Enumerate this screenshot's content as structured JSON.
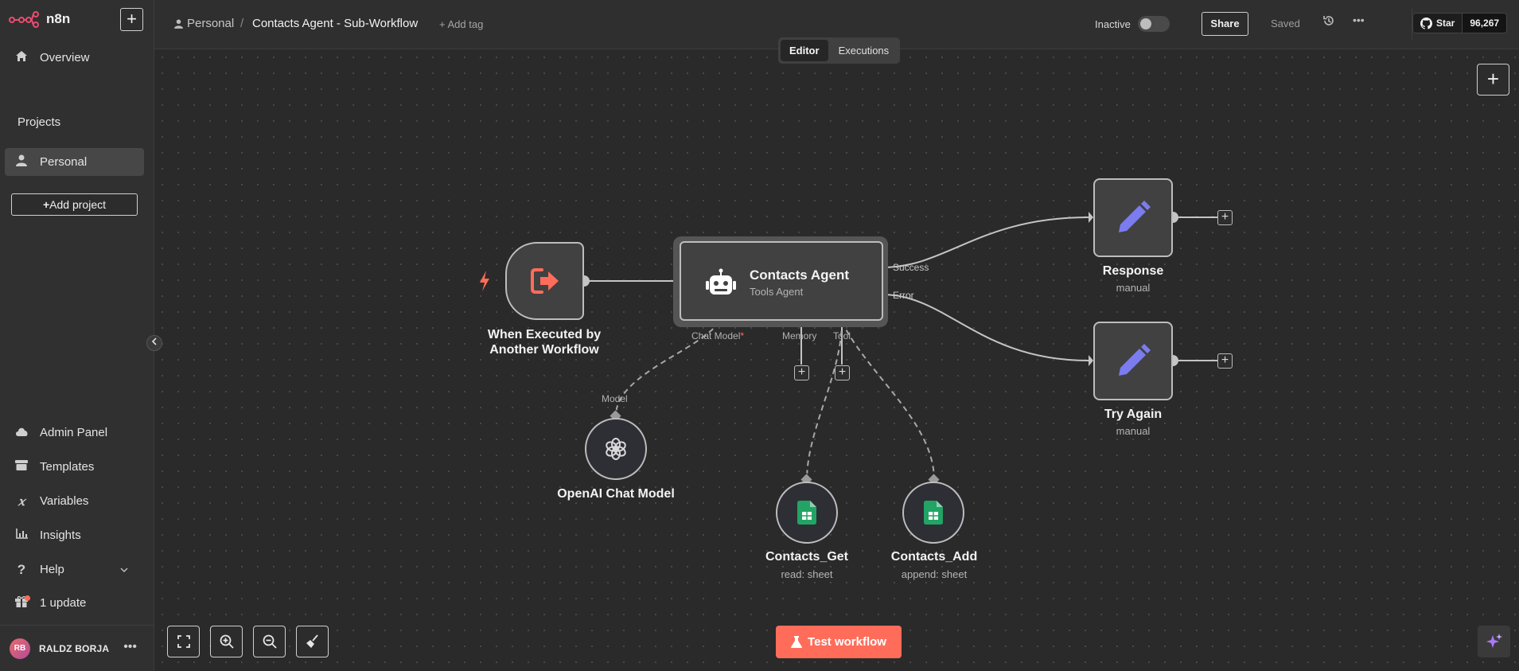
{
  "app": {
    "logo_text": "n8n"
  },
  "sidebar": {
    "overview": "Overview",
    "projects_heading": "Projects",
    "personal": "Personal",
    "add_project": "Add project",
    "bottom_items": {
      "admin_panel": "Admin Panel",
      "templates": "Templates",
      "variables": "Variables",
      "insights": "Insights",
      "help": "Help",
      "update": "1 update"
    },
    "user": {
      "initials": "RB",
      "name": "RALDZ BORJA"
    }
  },
  "header": {
    "breadcrumb_project": "Personal",
    "breadcrumb_separator": "/",
    "workflow_name": "Contacts Agent - Sub-Workflow",
    "add_tag": "+ Add tag",
    "status": "Inactive",
    "share": "Share",
    "saved": "Saved",
    "github_star": "Star",
    "github_count": "96,267"
  },
  "tabs": {
    "editor": "Editor",
    "executions": "Executions",
    "active": "editor"
  },
  "nodes": {
    "trigger": {
      "label_line1": "When Executed by",
      "label_line2": "Another Workflow"
    },
    "agent": {
      "title": "Contacts Agent",
      "subtitle": "Tools Agent"
    },
    "agent_ports": {
      "success": "Success",
      "error": "Error",
      "chat_model": "Chat Model",
      "required_mark": "*",
      "memory": "Memory",
      "tool": "Tool"
    },
    "openai": {
      "label": "OpenAI Chat Model",
      "port": "Model"
    },
    "contacts_get": {
      "label": "Contacts_Get",
      "sub": "read: sheet"
    },
    "contacts_add": {
      "label": "Contacts_Add",
      "sub": "append: sheet"
    },
    "response": {
      "label": "Response",
      "sub": "manual"
    },
    "try_again": {
      "label": "Try Again",
      "sub": "manual"
    }
  },
  "footer": {
    "test_workflow": "Test workflow"
  },
  "colors": {
    "accent": "#ff6d5a",
    "sheets_green": "#21a464",
    "pencil_purple": "#7b7cf0",
    "agent_border": "#6a6a6a"
  }
}
